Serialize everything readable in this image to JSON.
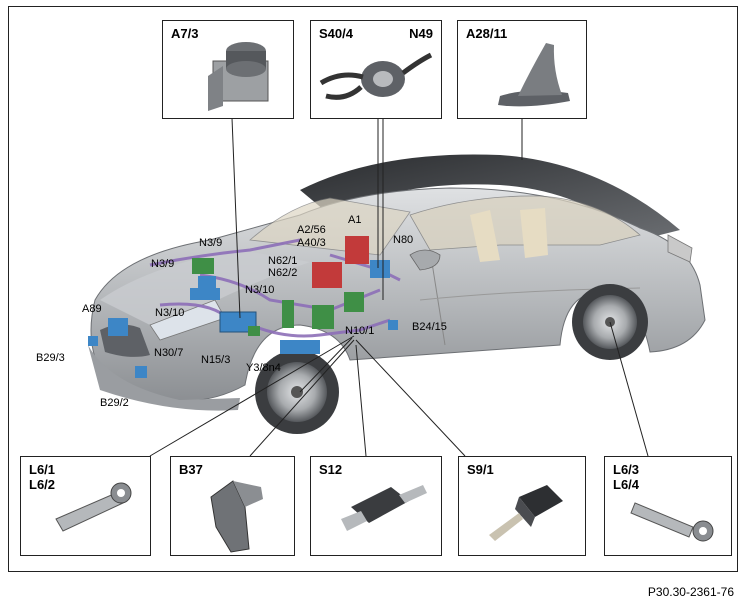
{
  "boxes": {
    "a7_3": {
      "title": "A7/3"
    },
    "s40_4": {
      "title_left": "S40/4",
      "title_right": "N49"
    },
    "a28_11": {
      "title": "A28/11"
    },
    "l6_1": {
      "line1": "L6/1",
      "line2": "L6/2"
    },
    "b37": {
      "title": "B37"
    },
    "s12": {
      "title": "S12"
    },
    "s9_1": {
      "title": "S9/1"
    },
    "l6_3": {
      "line1": "L6/3",
      "line2": "L6/4"
    }
  },
  "labels": {
    "n3_9_top": "N3/9",
    "n3_9_left": "N3/9",
    "n3_10_left": "N3/10",
    "a89": "A89",
    "b29_3": "B29/3",
    "b29_2": "B29/2",
    "n30_7": "N30/7",
    "n15_3": "N15/3",
    "y3_8n4": "Y3/8n4",
    "n3_10_mid": "N3/10",
    "n62_1": "N62/1",
    "n62_2": "N62/2",
    "a2_56": "A2/56",
    "a40_3": "A40/3",
    "a1": "A1",
    "n80": "N80",
    "n10_1": "N10/1",
    "b24_15": "B24/15"
  },
  "reference": "P30.30-2361-76",
  "colors": {
    "car_body": "#b9bcbf",
    "component_blue": "#3d86c6",
    "component_green": "#3f8f46",
    "component_red": "#c23a3a",
    "harness_purple": "#8d6fb8"
  }
}
